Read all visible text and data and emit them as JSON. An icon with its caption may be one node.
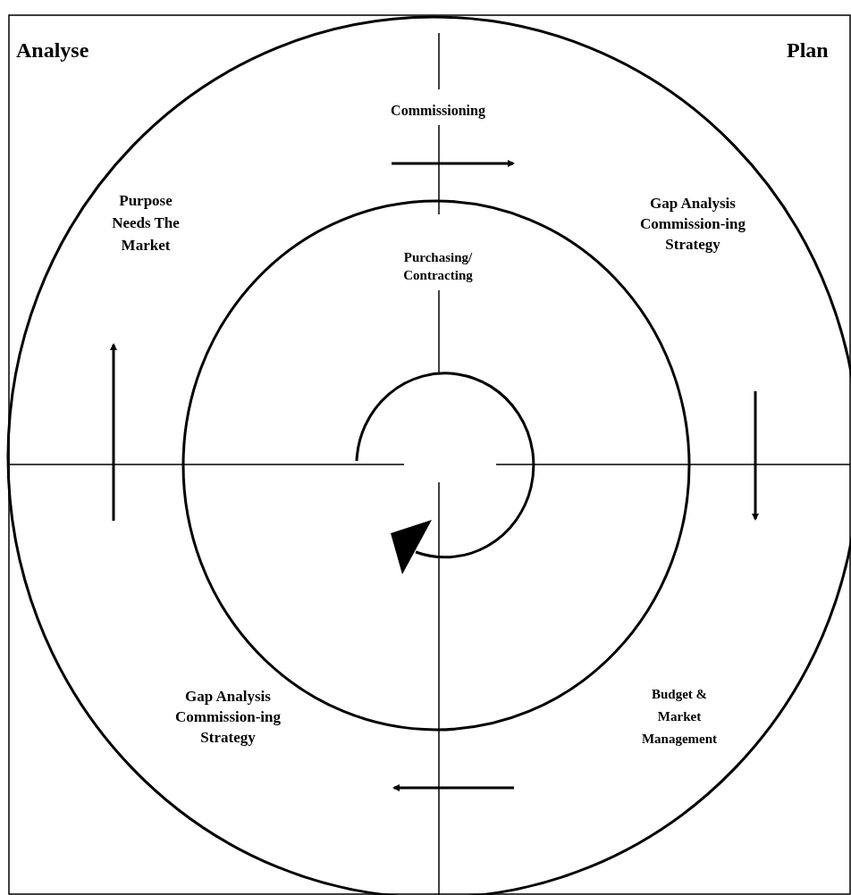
{
  "diagram": {
    "labels": [
      "Analyse",
      "Commissioning",
      "Plan",
      "Purpose Needs The Market",
      "Purchasing/ Contracting",
      "Gap Analysis Commission-ing Strategy",
      "Gap Analysis Commission-ing Strategy",
      "Budget & Market Management"
    ]
  }
}
